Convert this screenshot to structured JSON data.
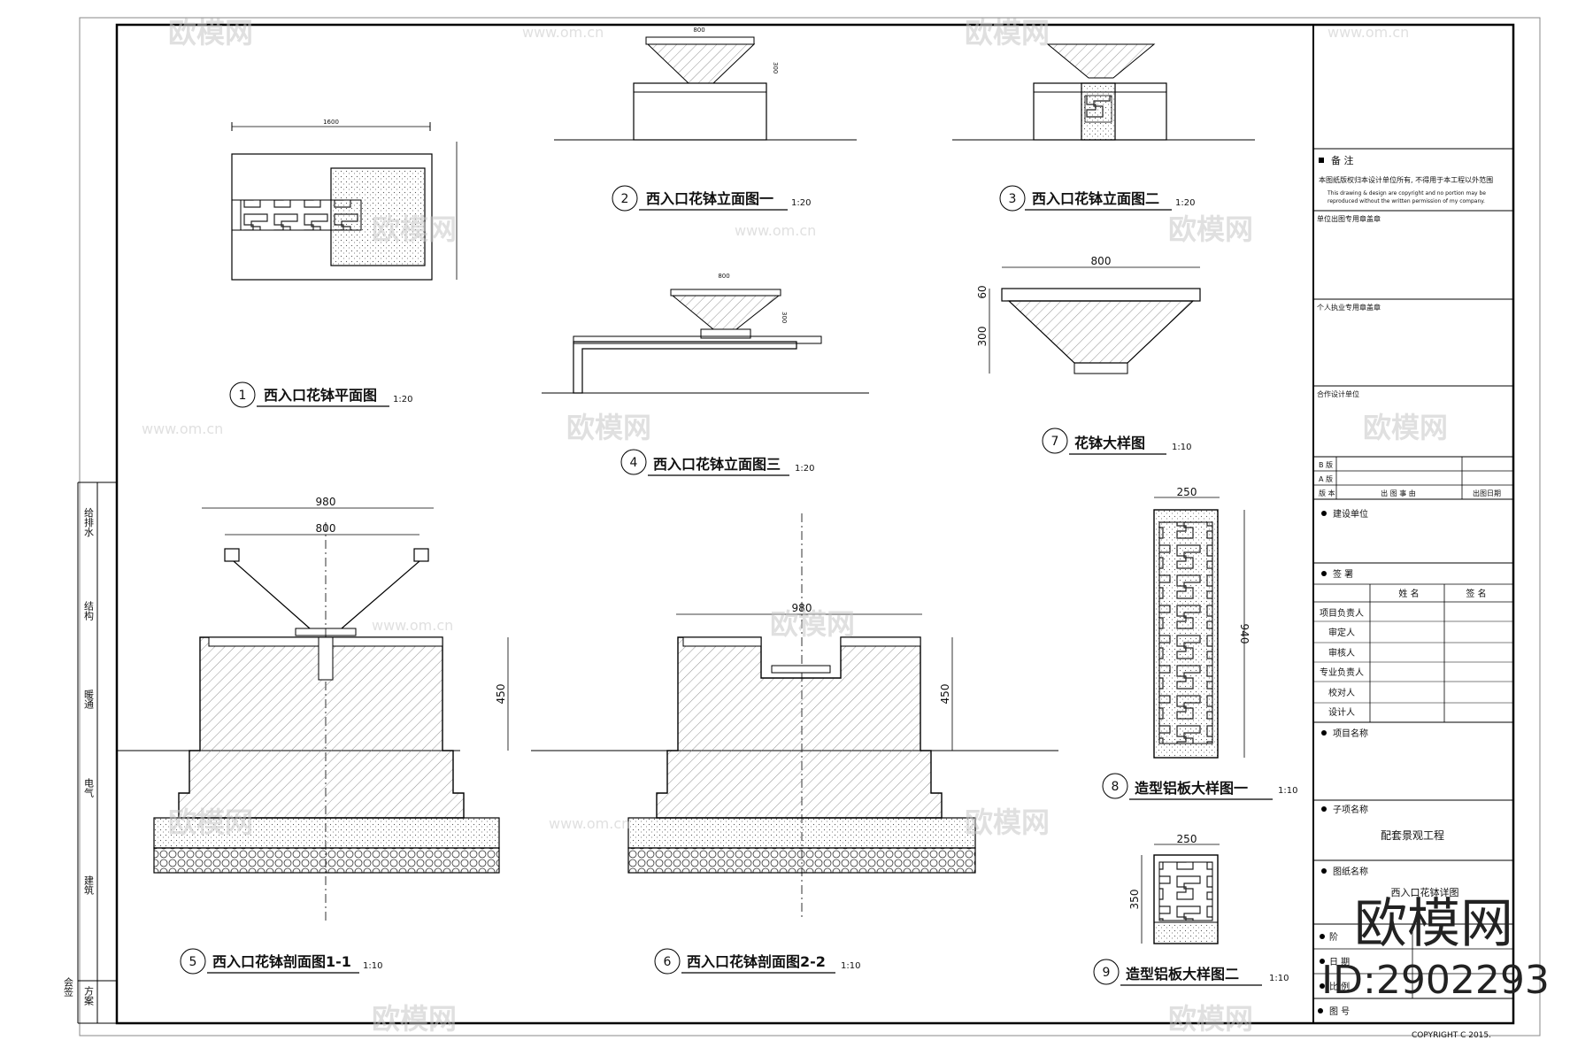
{
  "views": {
    "v1": {
      "num": "1",
      "title": "西入口花钵平面图",
      "scale": "1:20",
      "dim_w": "1600"
    },
    "v2": {
      "num": "2",
      "title": "西入口花钵立面图一",
      "scale": "1:20",
      "dim_w": "800",
      "dim_h": "300"
    },
    "v3": {
      "num": "3",
      "title": "西入口花钵立面图二",
      "scale": "1:20"
    },
    "v4": {
      "num": "4",
      "title": "西入口花钵立面图三",
      "scale": "1:20",
      "dim_w": "800",
      "dim_h": "300"
    },
    "v5": {
      "num": "5",
      "title": "西入口花钵剖面图1-1",
      "scale": "1:10",
      "dim_outer": "980",
      "dim_inner": "800",
      "dim_h": "450"
    },
    "v6": {
      "num": "6",
      "title": "西入口花钵剖面图2-2",
      "scale": "1:10",
      "dim_outer": "980",
      "dim_h": "450"
    },
    "v7": {
      "num": "7",
      "title": "花钵大样图",
      "scale": "1:10",
      "dim_w": "800",
      "dim_h1": "60",
      "dim_h2": "300"
    },
    "v8": {
      "num": "8",
      "title": "造型铝板大样图一",
      "scale": "1:10",
      "dim_w": "250",
      "dim_h": "940"
    },
    "v9": {
      "num": "9",
      "title": "造型铝板大样图二",
      "scale": "1:10",
      "dim_w": "250",
      "dim_h": "350"
    }
  },
  "left_strip": [
    "给排水",
    "结构",
    "暖通",
    "电气",
    "建筑",
    "方案"
  ],
  "left_strip_header": "会签",
  "title_block": {
    "notes_header": "备 注",
    "notes_cn": "本图纸版权归本设计单位所有, 不得用于本工程以外范围",
    "notes_en1": "This drawing & design are copyright and no portion may be",
    "notes_en2": "reproduced without the written permission of my company.",
    "stamp1": "单位出图专用章盖章",
    "stamp2": "个人执业专用章盖章",
    "partner": "合作设计单位",
    "rev_b": "B 版",
    "rev_a": "A 版",
    "rev_ver": "版 本",
    "rev_reason": "出 图 事 由",
    "rev_date": "出图日期",
    "client": "建设单位",
    "sign_header": "签 署",
    "col_name": "姓 名",
    "col_sign": "签 名",
    "roles": [
      "项目负责人",
      "审定人",
      "审核人",
      "专业负责人",
      "校对人",
      "设计人"
    ],
    "project_name": "项目名称",
    "sub_item": "子项名称",
    "sub_item_value": "配套景观工程",
    "drawing_name": "图纸名称",
    "drawing_name_value": "西入口花钵详图",
    "phase": "阶",
    "date": "日 期",
    "scale": "比 例",
    "drawing_no": "图 号",
    "copyright": "COPYRIGHT C 2015."
  },
  "watermark": {
    "brand": "欧模网",
    "url": "www.om.cn",
    "id": "ID:2902293"
  }
}
